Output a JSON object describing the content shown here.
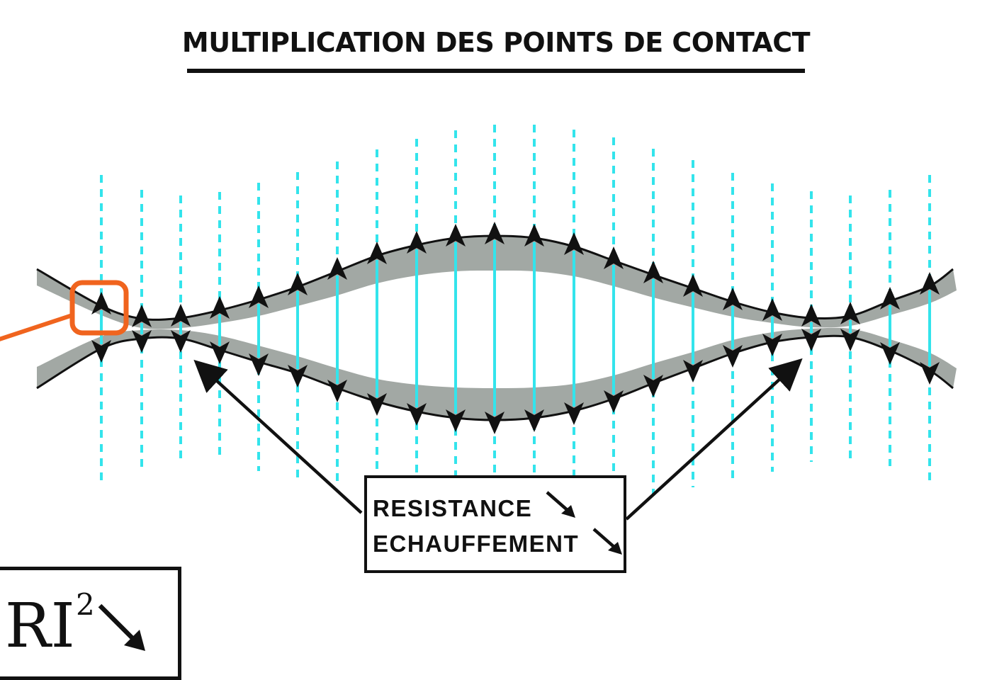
{
  "title": "MULTIPLICATION DES POINTS DE CONTACT",
  "labels": {
    "line1": "RESISTANCE",
    "line2": "ECHAUFFEMENT"
  },
  "formula": {
    "base": "RI",
    "exponent": "2"
  },
  "icons": {
    "decrease_arrow": "arrow-down-right-icon",
    "force_arrow": "force-arrowhead-icon",
    "pointer_arrow": "pointer-arrow-icon"
  },
  "colors": {
    "contact_line": "#33e4ec",
    "conductor_fill": "#a2a8a4",
    "conductor_edge": "#111111",
    "highlight": "#f0641e",
    "text": "#111111"
  }
}
